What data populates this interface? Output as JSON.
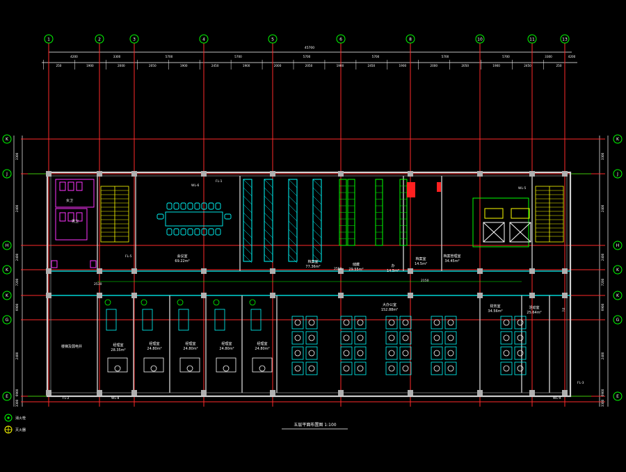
{
  "drawing": {
    "title": "五层平面布置图 1:100",
    "overall_dimension": "45700",
    "grid_columns": [
      "1",
      "2",
      "3",
      "4",
      "5",
      "6",
      "8",
      "10",
      "11",
      "13"
    ],
    "grid_rows": [
      "K",
      "J",
      "H",
      "K",
      "G",
      "E"
    ],
    "dim_top_spans": [
      "4200",
      "3300",
      "5700",
      "5700",
      "5700",
      "5700",
      "5700",
      "5700",
      "3300",
      "4200"
    ],
    "dim_top_sub": [
      "250",
      "1900",
      "2000",
      "2050",
      "1900",
      "2450",
      "1900",
      "2000",
      "2050",
      "1900",
      "2450",
      "1900",
      "2000",
      "2050",
      "1900",
      "2450",
      "250"
    ],
    "dim_side": [
      "3300",
      "2400",
      "2400",
      "7200",
      "6900",
      "2400",
      "6900",
      "3300"
    ],
    "rooms": [
      {
        "name": "会议室",
        "area": "69.22m²"
      },
      {
        "name": "档案室",
        "area": "77.36m²"
      },
      {
        "name": "储藏",
        "area": "29.55m²"
      },
      {
        "name": "办",
        "area": "14.5m²"
      },
      {
        "name": "档案室",
        "area": "14.5m²"
      },
      {
        "name": "档案管理室",
        "area": "34.45m²"
      },
      {
        "name": "大办公室",
        "area": "152.88m²"
      },
      {
        "name": "经理室",
        "area": "28.35m²"
      },
      {
        "name": "经理室",
        "area": "24.80m²"
      },
      {
        "name": "经理室",
        "area": "24.80m²"
      },
      {
        "name": "经理室",
        "area": "24.80m²"
      },
      {
        "name": "经理室",
        "area": "24.80m²"
      },
      {
        "name": "财务室",
        "area": "34.56m²"
      },
      {
        "name": "活动室",
        "area": "25.64m²"
      },
      {
        "name": "卫",
        "area": ""
      },
      {
        "name": "男卫",
        "area": ""
      },
      {
        "name": "女卫",
        "area": ""
      },
      {
        "name": "楼梯及弱电井",
        "area": ""
      }
    ],
    "tags": [
      "WL-6",
      "FL-1",
      "FL-5",
      "WL-5",
      "FL-2",
      "WL-8",
      "FL-3",
      "WL-9",
      "2150",
      "2550",
      "2530"
    ],
    "legend": [
      {
        "label": "消火栓"
      },
      {
        "label": "灭火器"
      }
    ]
  }
}
